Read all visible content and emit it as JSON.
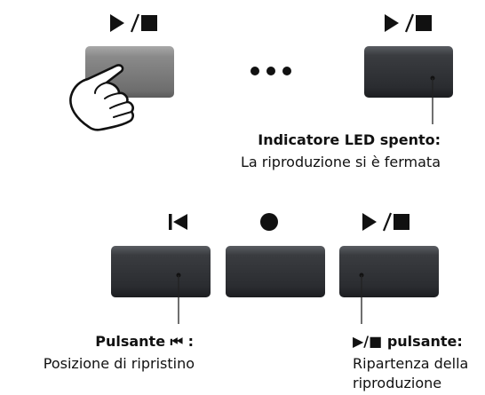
{
  "top": {
    "left_symbol": "▶/■",
    "right_symbol": "▶/■",
    "ellipsis": "• • •",
    "led_off_title": "Indicatore LED spento:",
    "led_off_desc": "La riproduzione si è fermata"
  },
  "bottom": {
    "reset_symbol": "⏮",
    "record_symbol": "●",
    "play_stop_symbol": "▶/■",
    "reset_title": "Pulsante ⏮ :",
    "reset_desc": "Posizione di ripristino",
    "play_title": "▶/■ pulsante:",
    "play_desc_1": "Ripartenza della",
    "play_desc_2": "riproduzione"
  },
  "colors": {
    "button_dark": "#2f3135",
    "button_pressed": "#7a7a7a",
    "line": "#222222"
  }
}
